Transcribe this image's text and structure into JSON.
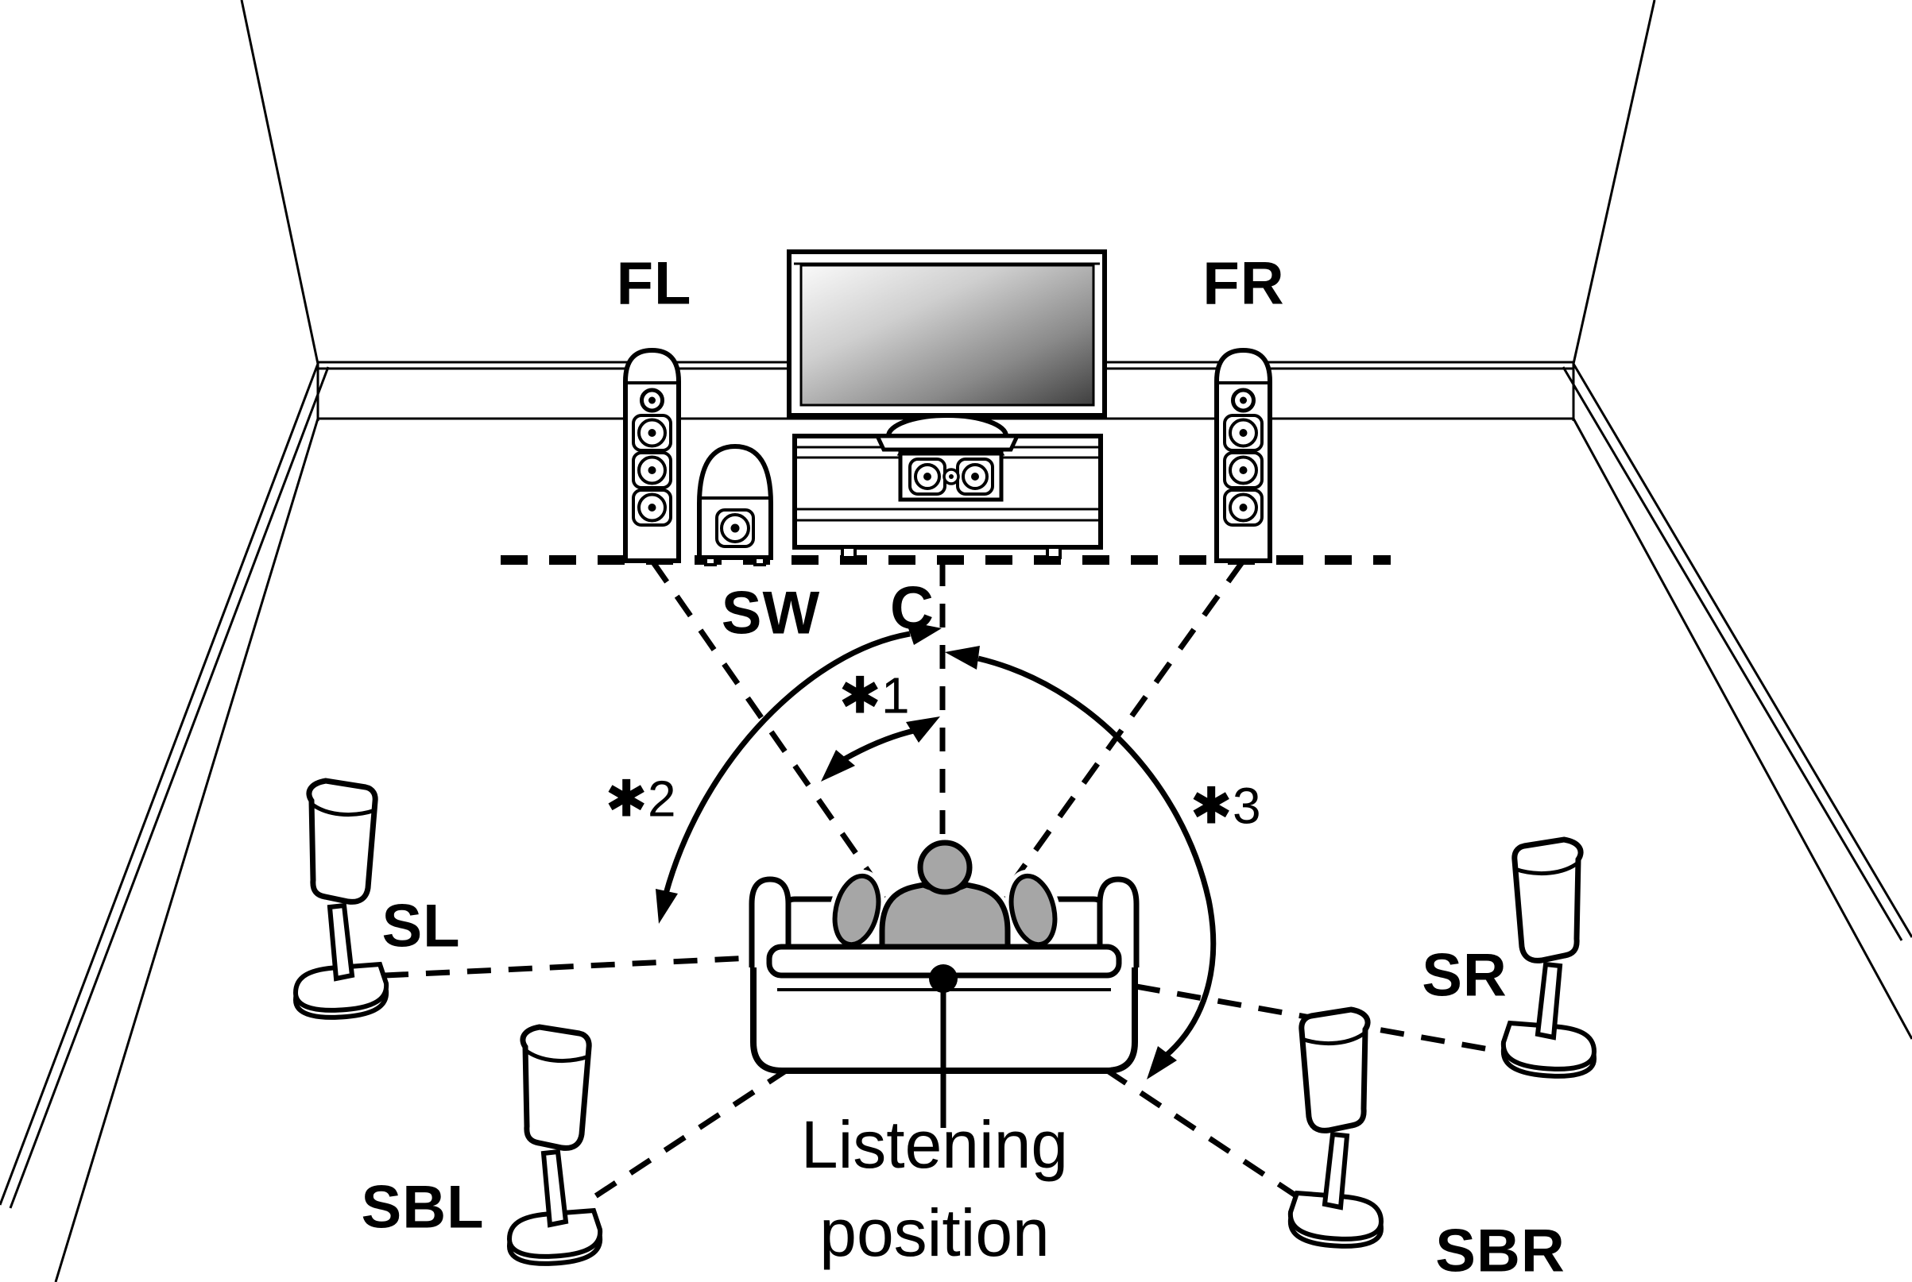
{
  "speaker_labels": {
    "front_left": "FL",
    "front_right": "FR",
    "subwoofer": "SW",
    "center": "C",
    "surround_left": "SL",
    "surround_right": "SR",
    "surround_back_left": "SBL",
    "surround_back_right": "SBR"
  },
  "angle_markers": {
    "marker1": "✱1",
    "marker2": "✱2",
    "marker3": "✱3"
  },
  "listening_position_label": {
    "line1": "Listening",
    "line2": "position"
  },
  "colors": {
    "line": "#000000",
    "background": "#ffffff",
    "person_fill": "#a6a6a6",
    "screen_light": "#fafafa",
    "screen_dark": "#3f3f3f"
  }
}
